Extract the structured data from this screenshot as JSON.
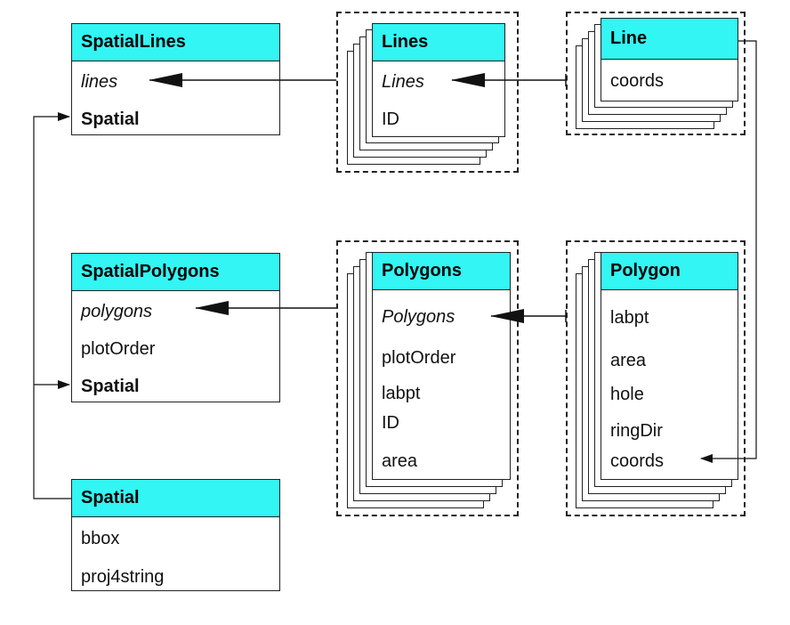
{
  "colors": {
    "header_fill": "#33f5f3",
    "line": "#222222"
  },
  "spatial_lines": {
    "title": "SpatialLines",
    "fields": [
      "lines",
      "Spatial"
    ]
  },
  "lines": {
    "title": "Lines",
    "fields": [
      "Lines",
      "ID"
    ]
  },
  "line": {
    "title": "Line",
    "fields": [
      "coords"
    ]
  },
  "spatial_polygons": {
    "title": "SpatialPolygons",
    "fields": [
      "polygons",
      "plotOrder",
      "Spatial"
    ]
  },
  "polygons": {
    "title": "Polygons",
    "fields": [
      "Polygons",
      "plotOrder",
      "labpt",
      "ID",
      "area"
    ]
  },
  "polygon": {
    "title": "Polygon",
    "fields": [
      "labpt",
      "area",
      "hole",
      "ringDir",
      "coords"
    ]
  },
  "spatial": {
    "title": "Spatial",
    "fields": [
      "bbox",
      "proj4string"
    ]
  }
}
